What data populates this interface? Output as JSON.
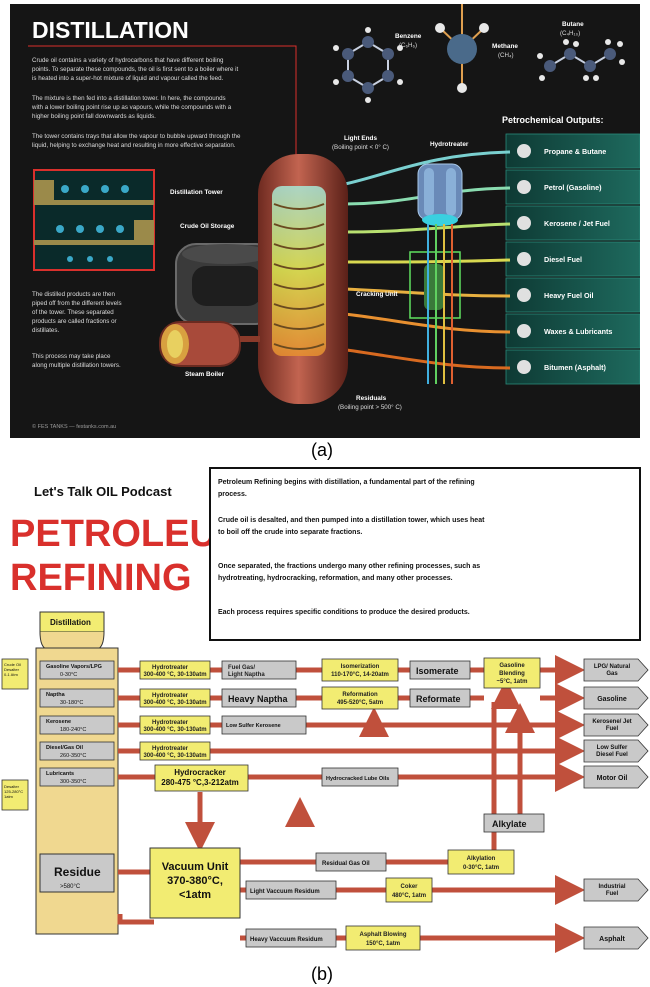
{
  "caption_a": "(a)",
  "caption_b": "(b)",
  "panel_a": {
    "title": "DISTILLATION",
    "para1": [
      "Crude oil contains a variety of hydrocarbons that have different boiling",
      "points. To separate these compounds, the oil is first sent to a boiler where it",
      "is heated into a super-hot mixture of liquid and vapour called the feed."
    ],
    "para2": [
      "The mixture is then fed into a distillation tower. In here, the compounds",
      "with a lower boiling point rise up as vapours, while the compounds with a",
      "higher boiling point fall downwards as liquids."
    ],
    "para3": [
      "The tower contains trays that allow the vapour to bubble upward through the",
      "liquid, helping to exchange heat and resulting in more effective separation."
    ],
    "para4": [
      "The distilled products are then",
      "piped off from the different levels",
      "of the tower. These separated",
      "products are called fractions or",
      "distillates."
    ],
    "para5": [
      "This process may take place",
      "along multiple distillation towers."
    ],
    "benzene": "Benzene",
    "benzene_formula": "(C₆H₆)",
    "methane": "Methane",
    "methane_formula": "(CH₄)",
    "butane": "Butane",
    "butane_formula": "(C₄H₁₀)",
    "outputs_title": "Petrochemical Outputs:",
    "outputs": [
      "Propane & Butane",
      "Petrol (Gasoline)",
      "Kerosene / Jet Fuel",
      "Diesel Fuel",
      "Heavy Fuel Oil",
      "Waxes & Lubricants",
      "Bitumen (Asphalt)"
    ],
    "light_ends": "Light Ends",
    "light_ends_bp": "(Boiling point < 0° C)",
    "hydrotreater": "Hydrotreater",
    "distillation_tower": "Distillation Tower",
    "crude_oil_storage": "Crude Oil Storage",
    "cracking_unit": "Cracking Unit",
    "steam_boiler": "Steam Boiler",
    "residuals": "Residuals",
    "residuals_bp": "(Boiling point > 500° C)",
    "footer": "© FES TANKS — festanks.com.au"
  },
  "panel_b": {
    "podcast": "Let's Talk OIL Podcast",
    "title1": "PETROLEUM",
    "title2": "REFINING",
    "box_p1": [
      "Petroleum Refining begins with distillation, a fundamental part of the refining",
      "process."
    ],
    "box_p2": [
      "Crude oil is desalted, and then pumped into a distillation tower, which uses heat",
      "to boil off the crude into separate fractions."
    ],
    "box_p3": [
      "Once separated, the fractions undergo many other refining processes, such as",
      "hydrotreating, hydrocracking, reformation, and many other processes."
    ],
    "box_p4": [
      "Each process requires specific conditions to produce the desired products."
    ],
    "distillation": "Distillation",
    "fractions": [
      {
        "name": "Gasoline Vapors/LPG",
        "temp": "0-30°C"
      },
      {
        "name": "Naptha",
        "temp": "30-180°C"
      },
      {
        "name": "Kerosene",
        "temp": "180-240°C"
      },
      {
        "name": "Diesel/Gas Oil",
        "temp": "260-350°C"
      },
      {
        "name": "Lubricants",
        "temp": "300-350°C"
      }
    ],
    "left_small1": [
      "Crude Oil",
      "Desalter",
      "0-1 Atm"
    ],
    "left_small2": [
      "Desalter",
      "125-280°C",
      "1atm"
    ],
    "residue": "Residue",
    "residue_temp": ">580°C",
    "ht1": [
      "Hydrotreater",
      "300-400 °C, 30-130atm"
    ],
    "ht2": [
      "Hydrotreater",
      "300-400 °C, 30-130atm"
    ],
    "ht3": [
      "Hydrotreater",
      "300-400 °C, 30-130atm"
    ],
    "ht4": [
      "Hydrotreater",
      "300-400 °C, 30-130atm"
    ],
    "fuel_gas": [
      "Fuel Gas/",
      "Light Naptha"
    ],
    "heavy_naptha": "Heavy Naptha",
    "low_sulfur_kerosene": "Low Sulfer Kerosene",
    "isomerization": [
      "Isomerization",
      "110-170°C, 14-20atm"
    ],
    "isomerate": "Isomerate",
    "reformation": [
      "Reformation",
      "495-520°C, 5atm"
    ],
    "reformate": "Reformate",
    "gasoline_blending": [
      "Gasoline",
      "Blending",
      "~5°C, 1atm"
    ],
    "hydrocracker": [
      "Hydrocracker",
      "280-475 °C,3-212atm"
    ],
    "hydrocracked": "Hydrocracked Lube Oils",
    "alkylate": "Alkylate",
    "alkylation": [
      "Alkylation",
      "0-30°C, 1atm"
    ],
    "vacuum": [
      "Vacuum Unit",
      "370-380°C,",
      "<1atm"
    ],
    "residual_gas_oil": "Residual Gas Oil",
    "light_vacuum": "Light Vaccuum Residum",
    "coker": [
      "Coker",
      "480°C, 1atm"
    ],
    "heavy_vacuum": "Heavy Vaccuum Residum",
    "asphalt_blowing": [
      "Asphalt Blowing",
      "150°C, 1atm"
    ],
    "products": [
      "LPG/ Natural Gas",
      "Gasoline",
      "Kerosene/ Jet Fuel",
      "Low Sulfer Diesel Fuel",
      "Motor Oil",
      "Industrial Fuel",
      "Asphalt"
    ]
  },
  "colors": {
    "panel_a_bg": "#151515",
    "tower": "#a84a3a",
    "accent_red": "#d9302c",
    "flow_arrow": "#c0503c",
    "yellow_box": "#f2ec72",
    "grey_box": "#c9c9c9"
  }
}
